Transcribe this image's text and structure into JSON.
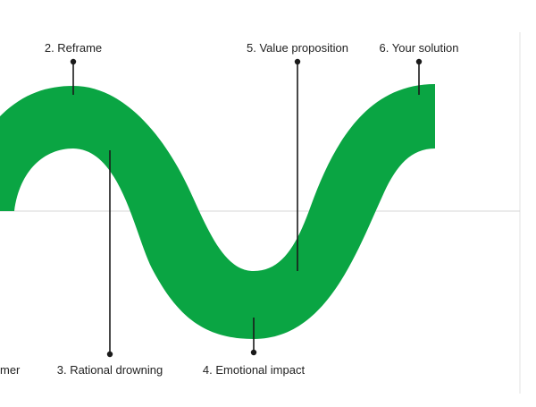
{
  "colors": {
    "wave": "#0aa543",
    "leader": "#1a1a1a",
    "baseline": "#d7d7d7",
    "label": "#222222",
    "background": "#ffffff"
  },
  "labels": {
    "step1_partial": "mer",
    "step2": "2. Reframe",
    "step3": "3. Rational drowning",
    "step4": "4. Emotional impact",
    "step5": "5. Value proposition",
    "step6": "6. Your solution"
  }
}
